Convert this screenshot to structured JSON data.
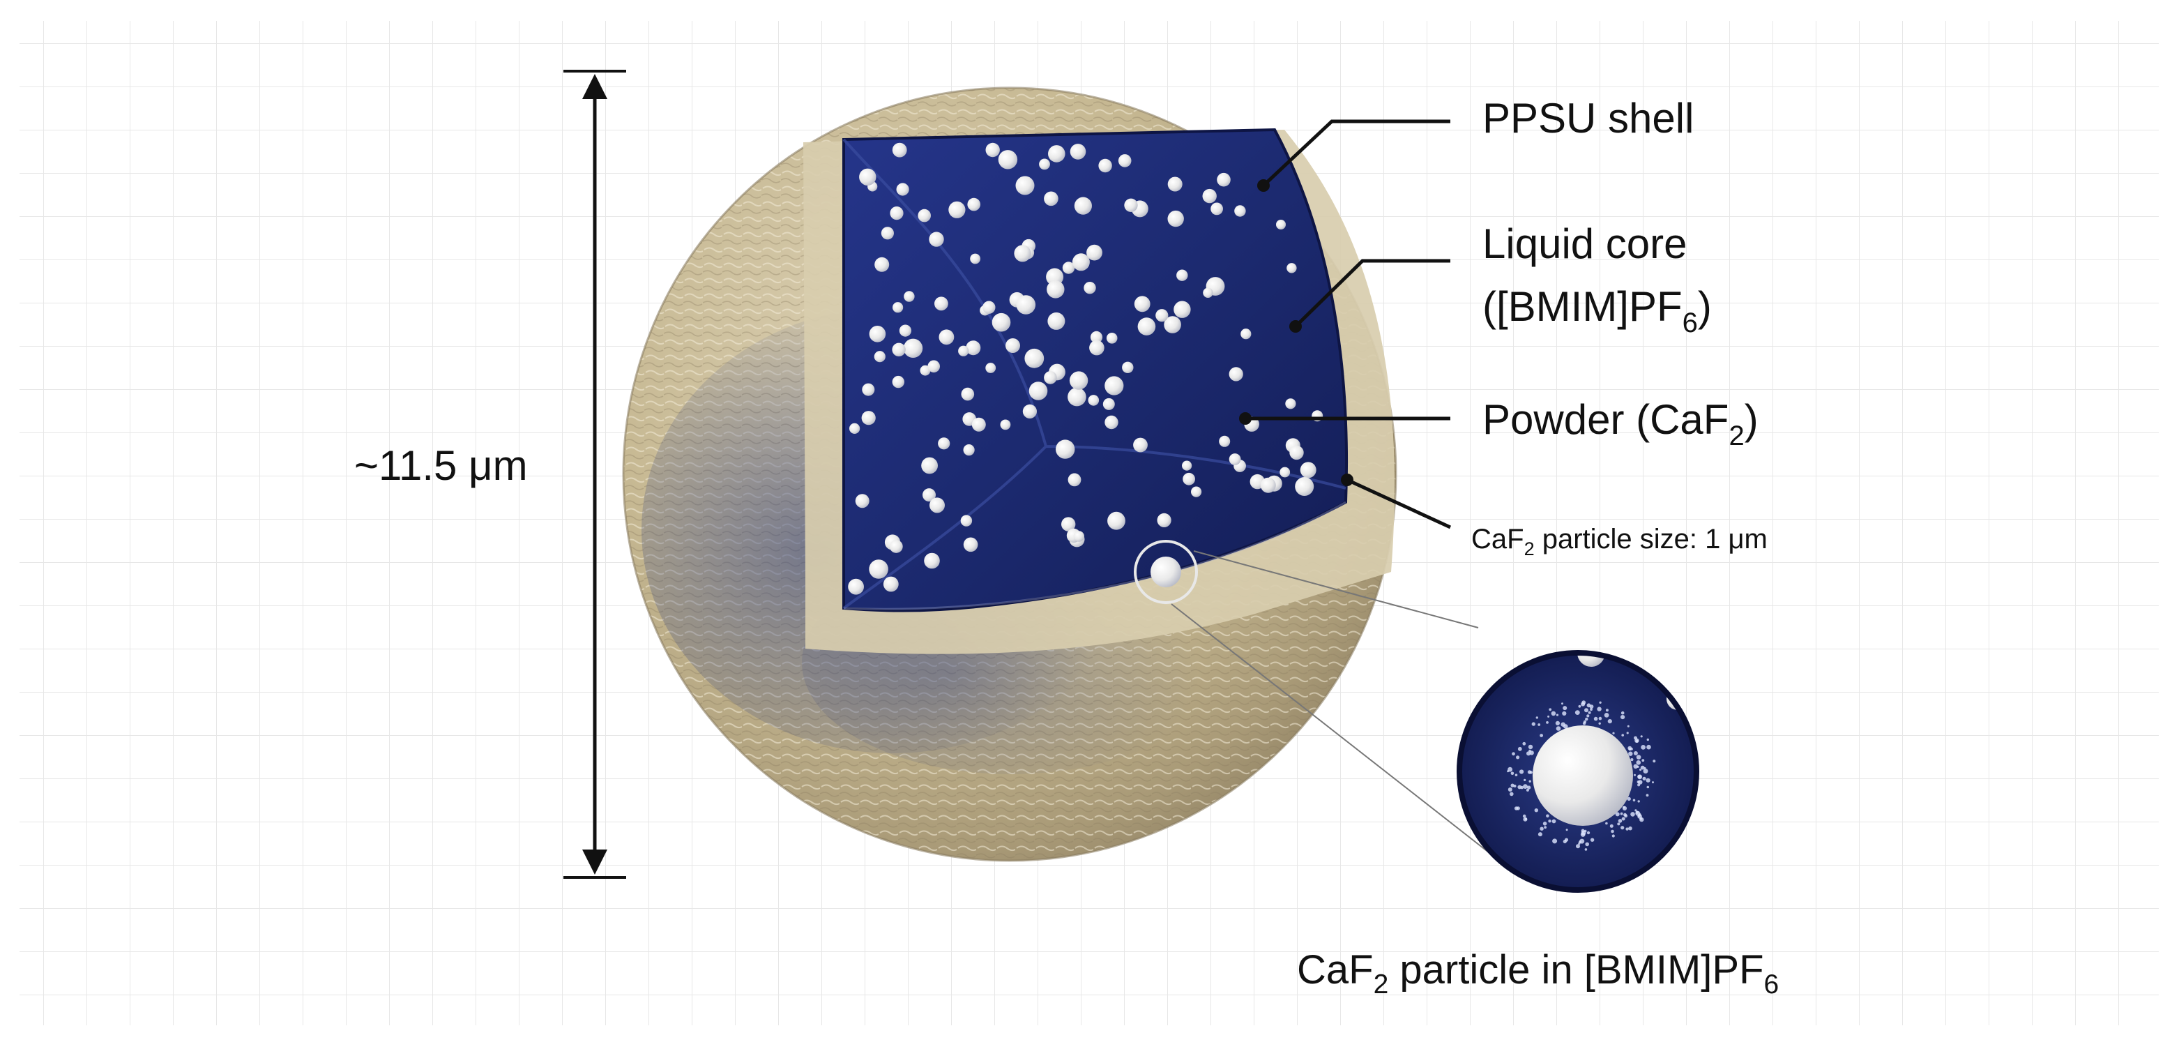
{
  "labels": {
    "dimension": "~11.5 μm",
    "shell": "PPSU shell",
    "core_line1": "Liquid core",
    "core_line2_prefix": "([BMIM]PF",
    "core_line2_sub": "6",
    "core_line2_suffix": ")",
    "powder_prefix": "Powder (CaF",
    "powder_sub": "2",
    "powder_suffix": ")",
    "particle_size_prefix": "CaF",
    "particle_size_sub": "2",
    "particle_size_suffix": " particle size: 1 μm",
    "zoom_caption_prefix": "CaF",
    "zoom_caption_sub": "2",
    "zoom_caption_mid": " particle in [BMIM]PF",
    "zoom_caption_sub2": "6"
  },
  "colors": {
    "shell": "#c9bb9b",
    "shell_rim": "#d9cfb4",
    "core": "#1f2c72",
    "core_deep": "#121a4f",
    "particle": "#f2f2f2",
    "grid": "#e6e6e6",
    "ink": "#111111"
  },
  "icons": {
    "dimension_arrow": "double-headed-vertical-arrow",
    "zoom_circle": "magnifier-circle"
  }
}
